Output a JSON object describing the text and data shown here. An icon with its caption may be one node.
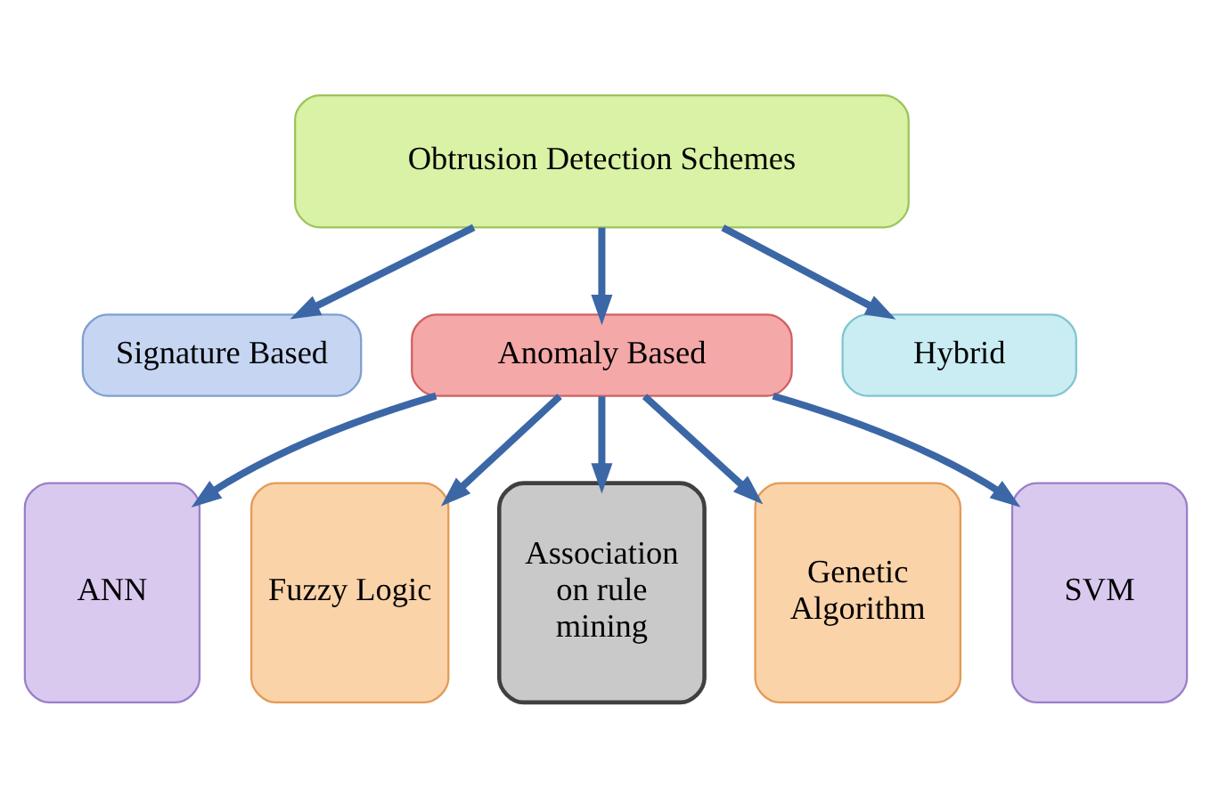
{
  "diagram": {
    "nodes": [
      {
        "text": [
          "Obtrusion Detection Schemes"
        ]
      },
      {
        "text": [
          "Signature Based"
        ]
      },
      {
        "text": [
          "Anomaly Based"
        ]
      },
      {
        "text": [
          "Hybrid"
        ]
      },
      {
        "text": [
          "ANN"
        ]
      },
      {
        "text": [
          "Fuzzy Logic"
        ]
      },
      {
        "text": [
          "Association on rule mining"
        ]
      },
      {
        "text": [
          "Genetic Algorithm"
        ]
      },
      {
        "text": [
          "SVM"
        ]
      }
    ],
    "edges": [
      {
        "from": 0,
        "to": 1,
        "arrow": "to"
      },
      {
        "from": 0,
        "to": 2,
        "arrow": "to"
      },
      {
        "from": 0,
        "to": 3,
        "arrow": "to"
      },
      {
        "from": 2,
        "to": 4,
        "arrow": "to"
      },
      {
        "from": 2,
        "to": 5,
        "arrow": "to"
      },
      {
        "from": 2,
        "to": 6,
        "arrow": "to"
      },
      {
        "from": 2,
        "to": 7,
        "arrow": "to"
      },
      {
        "from": 2,
        "to": 8,
        "arrow": "to"
      }
    ]
  }
}
